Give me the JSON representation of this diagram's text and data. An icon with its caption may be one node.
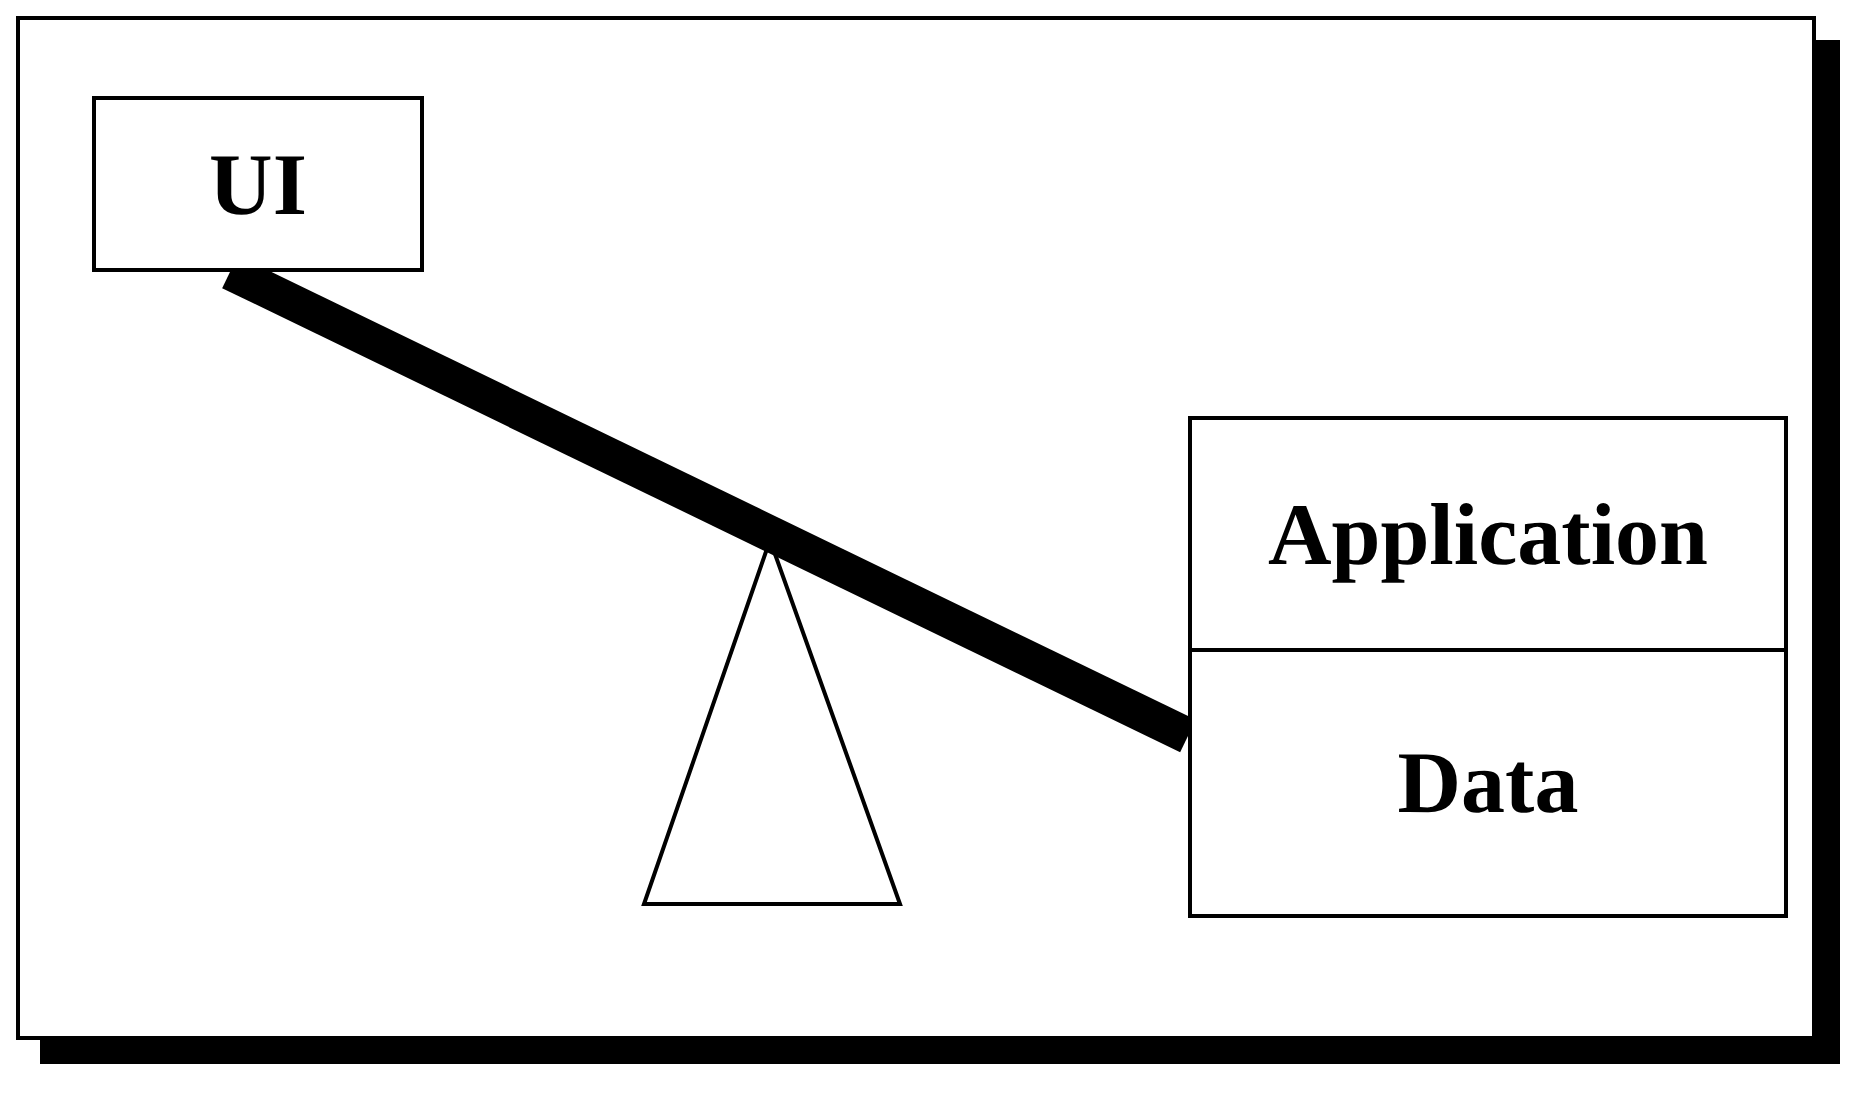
{
  "diagram": {
    "nodes": [
      {
        "text": [
          "UI"
        ]
      },
      {
        "text": [
          "Application"
        ]
      },
      {
        "text": [
          "Data"
        ]
      }
    ],
    "edges": [
      {
        "from": 0,
        "to": 2,
        "arrow": "none"
      }
    ]
  }
}
